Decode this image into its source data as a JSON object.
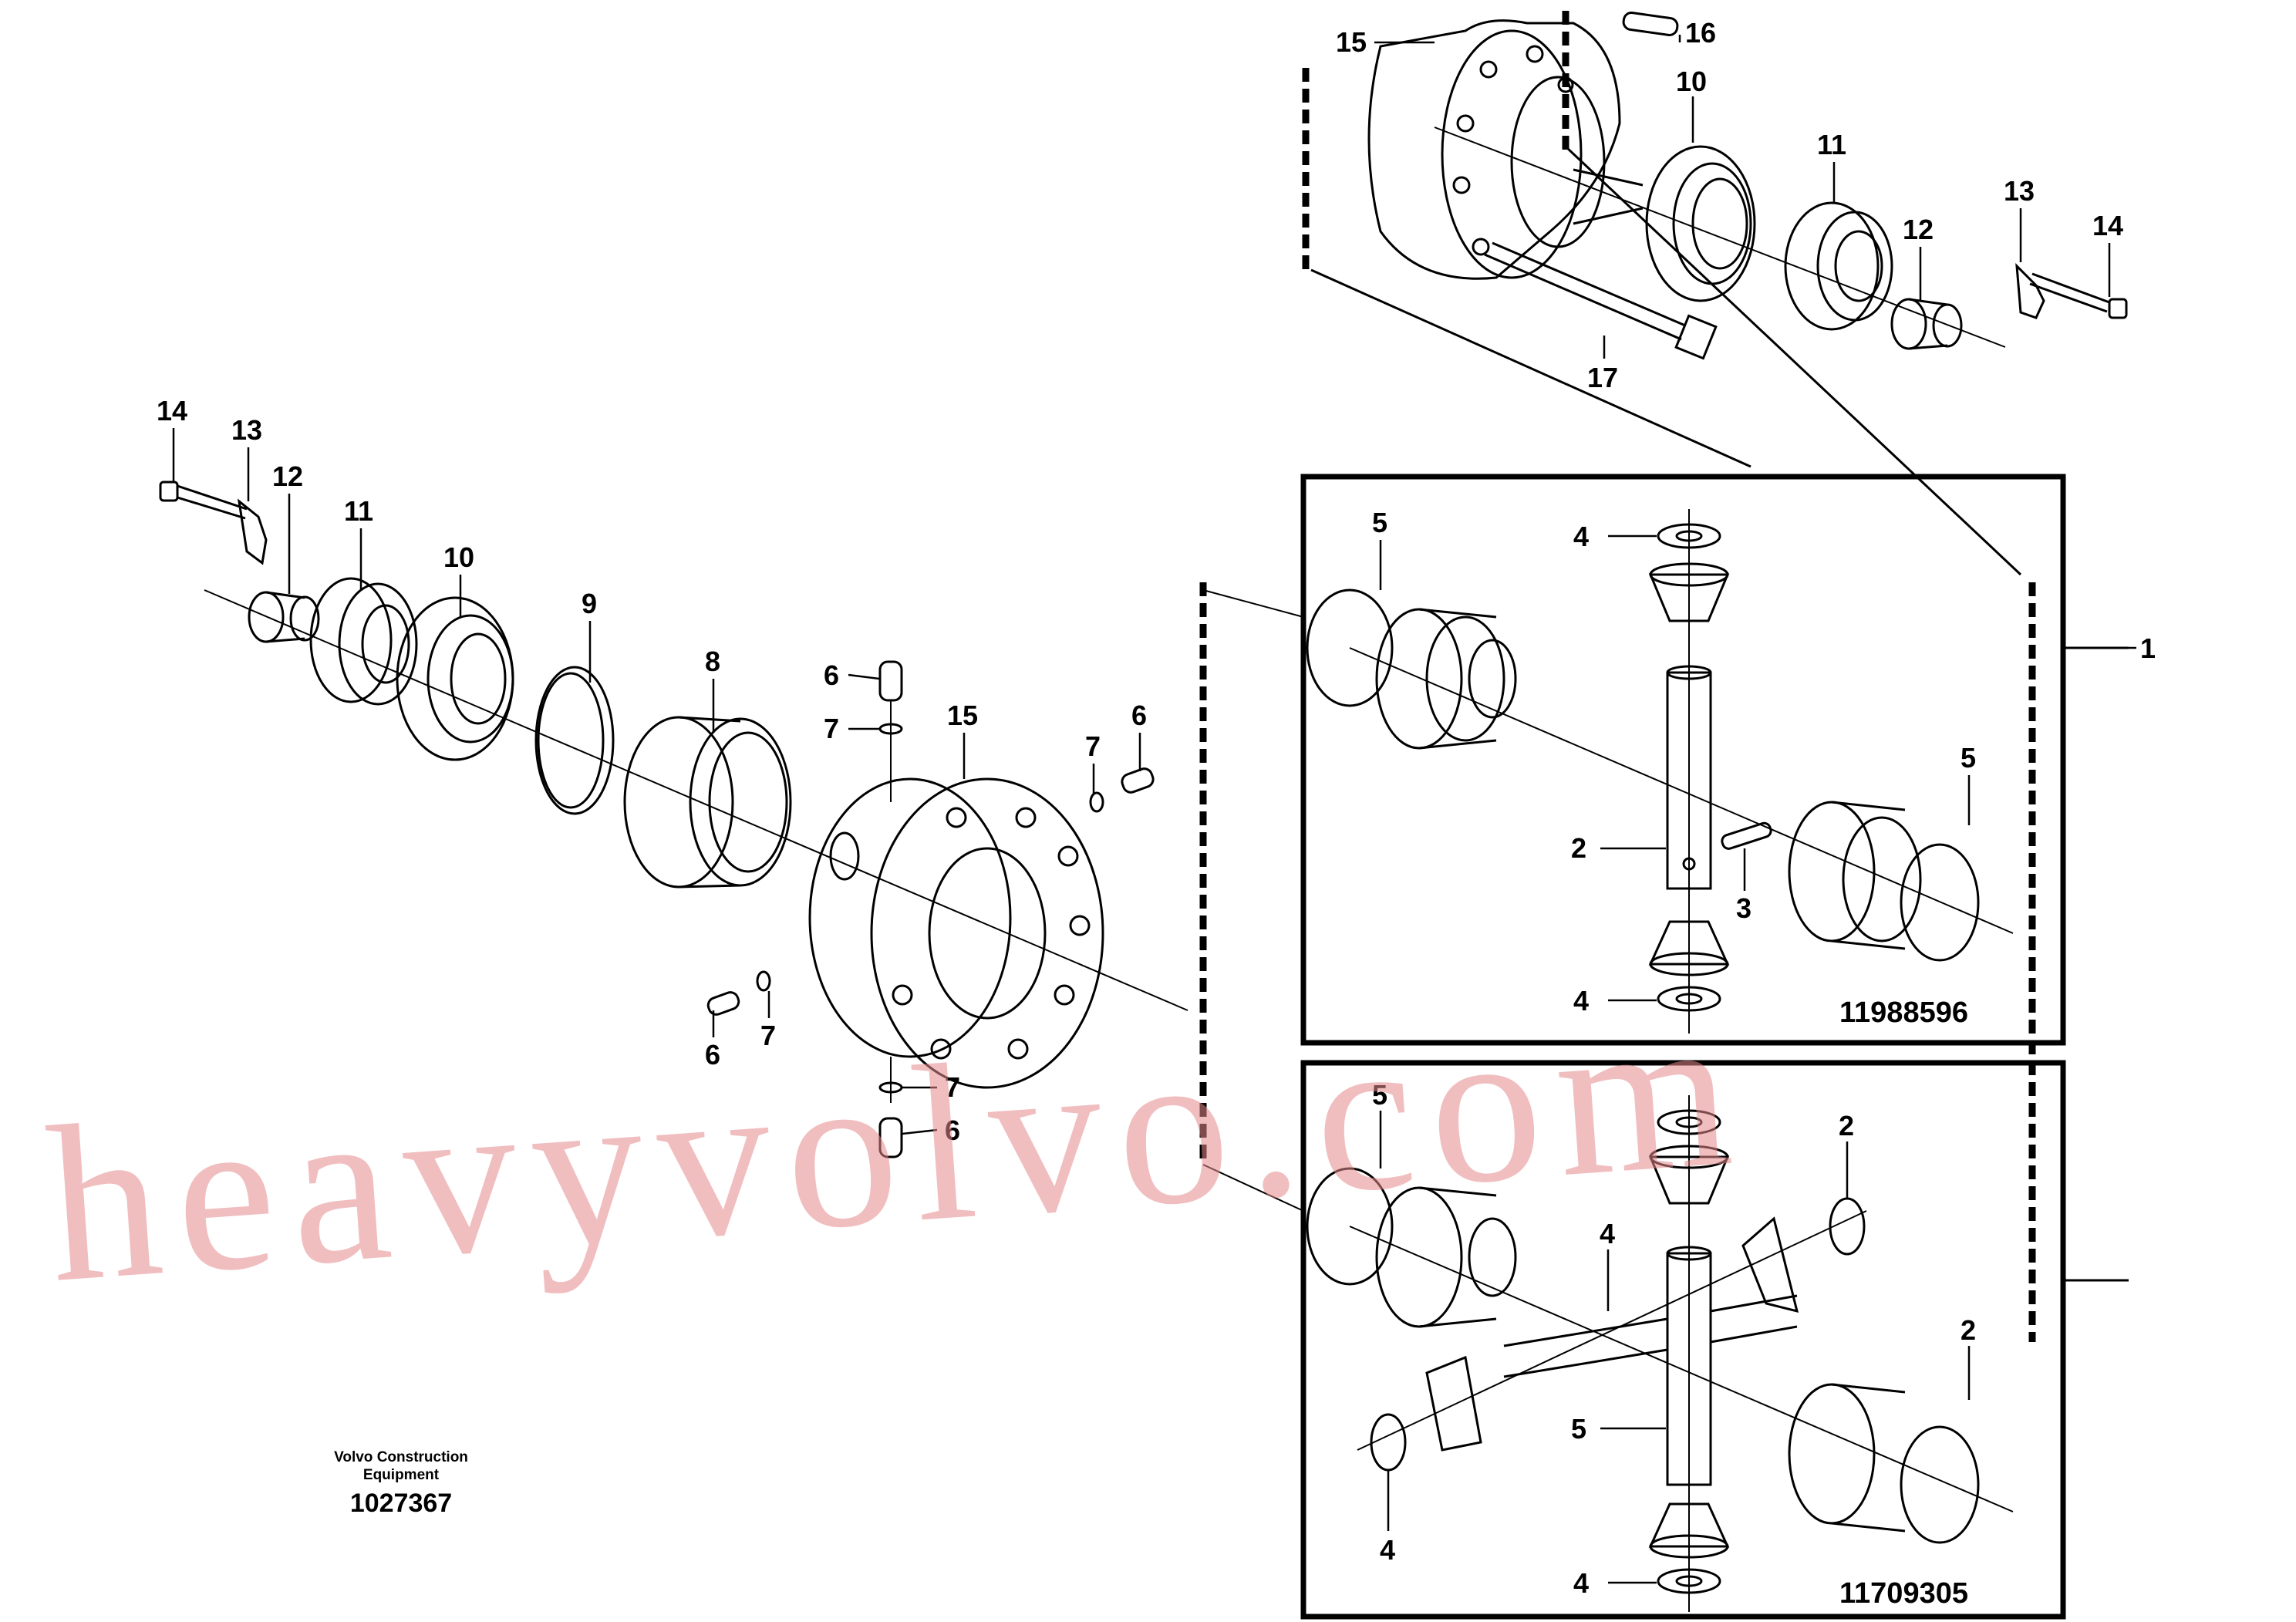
{
  "callouts": [
    {
      "id": "c-15-top",
      "text": "15"
    },
    {
      "id": "c-16",
      "text": "16"
    },
    {
      "id": "c-10-top",
      "text": "10"
    },
    {
      "id": "c-11-top",
      "text": "11"
    },
    {
      "id": "c-13-top",
      "text": "13"
    },
    {
      "id": "c-14-top",
      "text": "14"
    },
    {
      "id": "c-12-top",
      "text": "12"
    },
    {
      "id": "c-17",
      "text": "17"
    },
    {
      "id": "c-14-left",
      "text": "14"
    },
    {
      "id": "c-13-left",
      "text": "13"
    },
    {
      "id": "c-12-left",
      "text": "12"
    },
    {
      "id": "c-11-left",
      "text": "11"
    },
    {
      "id": "c-10-left",
      "text": "10"
    },
    {
      "id": "c-9",
      "text": "9"
    },
    {
      "id": "c-8",
      "text": "8"
    },
    {
      "id": "c-6-a",
      "text": "6"
    },
    {
      "id": "c-7-a",
      "text": "7"
    },
    {
      "id": "c-15-mid",
      "text": "15"
    },
    {
      "id": "c-7-b",
      "text": "7"
    },
    {
      "id": "c-6-b",
      "text": "6"
    },
    {
      "id": "c-6-c",
      "text": "6"
    },
    {
      "id": "c-7-c",
      "text": "7"
    },
    {
      "id": "c-7-d",
      "text": "7"
    },
    {
      "id": "c-6-d",
      "text": "6"
    },
    {
      "id": "c-1",
      "text": "1"
    },
    {
      "id": "c-5-a",
      "text": "5"
    },
    {
      "id": "c-4-a",
      "text": "4"
    },
    {
      "id": "c-5-b",
      "text": "5"
    },
    {
      "id": "c-2-a",
      "text": "2"
    },
    {
      "id": "c-3",
      "text": "3"
    },
    {
      "id": "c-4-b",
      "text": "4"
    },
    {
      "id": "c-5-c",
      "text": "5"
    },
    {
      "id": "c-4-c",
      "text": "4"
    },
    {
      "id": "c-2-b",
      "text": "2"
    },
    {
      "id": "c-5-d",
      "text": "5"
    },
    {
      "id": "c-2-c",
      "text": "2"
    },
    {
      "id": "c-4-d",
      "text": "4"
    },
    {
      "id": "c-4-e",
      "text": "4"
    }
  ],
  "kits": [
    {
      "part_number": "11988596"
    },
    {
      "part_number": "11709305"
    }
  ],
  "footer": {
    "company_line1": "Volvo Construction",
    "company_line2": "Equipment",
    "drawing_number": "1027367"
  },
  "watermark": "heavyvolvo.com",
  "colors": {
    "line": "#000000",
    "watermark": "#e6898c",
    "background": "#ffffff"
  }
}
